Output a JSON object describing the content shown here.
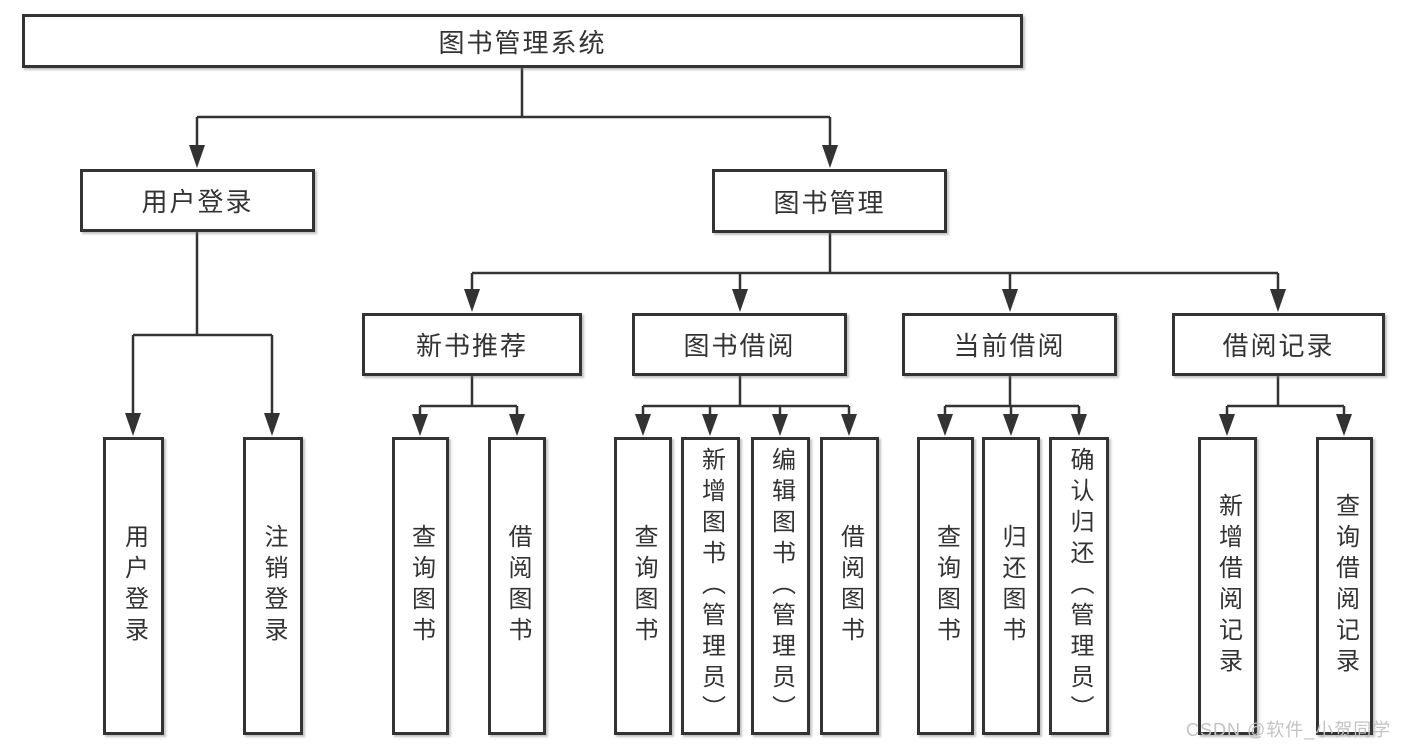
{
  "diagram": {
    "root": "图书管理系统",
    "level2": {
      "user_login": "用户登录",
      "book_mgmt": "图书管理"
    },
    "level3": {
      "new_book_rec": "新书推荐",
      "book_borrow": "图书借阅",
      "current_borrow": "当前借阅",
      "borrow_records": "借阅记录"
    },
    "leaves": {
      "user_login": [
        "用户登录",
        "注销登录"
      ],
      "new_book_rec": [
        "查询图书",
        "借阅图书"
      ],
      "book_borrow": [
        "查询图书",
        "新增图书（管理员）",
        "编辑图书（管理员）",
        "借阅图书"
      ],
      "current_borrow": [
        "查询图书",
        "归还图书",
        "确认归还（管理员）"
      ],
      "borrow_records": [
        "新增借阅记录",
        "查询借阅记录"
      ]
    }
  },
  "colors": {
    "line": "#333333",
    "node_background": "#ffffff",
    "watermark": "#c3c3c3"
  },
  "watermark": "CSDN @软件_小贺同学"
}
